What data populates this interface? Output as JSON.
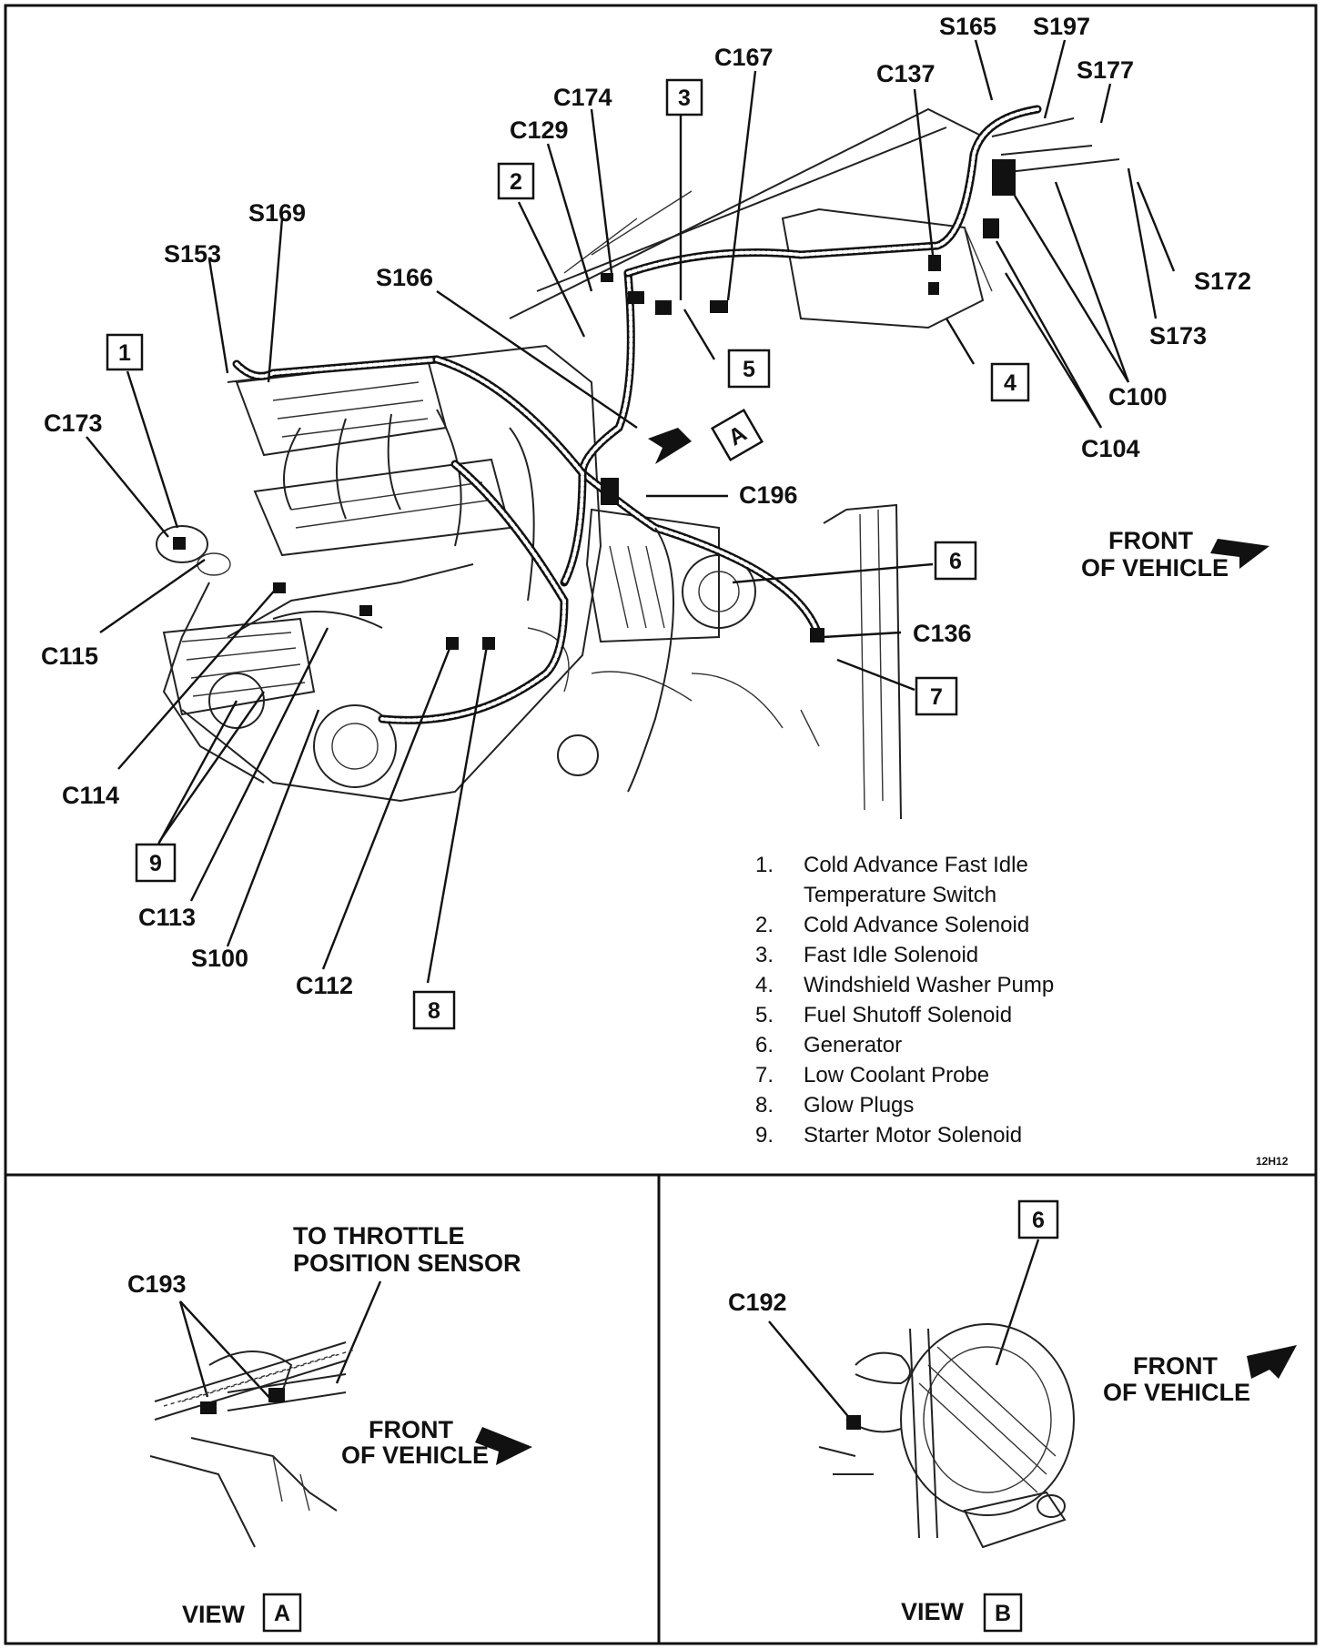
{
  "diagram": {
    "code": "12H12",
    "labels": {
      "S165": "S165",
      "S197": "S197",
      "S177": "S177",
      "C167": "C167",
      "C137": "C137",
      "C174": "C174",
      "C129": "C129",
      "S169": "S169",
      "S153": "S153",
      "S166": "S166",
      "S172": "S172",
      "S173": "S173",
      "C100": "C100",
      "C104": "C104",
      "C173": "C173",
      "C196": "C196",
      "C115": "C115",
      "C136": "C136",
      "C114": "C114",
      "C113": "C113",
      "S100": "S100",
      "C112": "C112",
      "C193": "C193",
      "C192": "C192"
    },
    "callouts": {
      "n1": "1",
      "n2": "2",
      "n3": "3",
      "n4": "4",
      "n5": "5",
      "n6": "6",
      "n7": "7",
      "n8": "8",
      "n9": "9",
      "viewA": "A",
      "viewB_n6": "6",
      "viewAword": "A",
      "viewBword": "B"
    },
    "front_of_vehicle_main": [
      "FRONT",
      "OF VEHICLE"
    ],
    "legend": [
      {
        "num": "1.",
        "text": [
          "Cold Advance Fast Idle",
          "Temperature Switch"
        ]
      },
      {
        "num": "2.",
        "text": [
          "Cold Advance Solenoid"
        ]
      },
      {
        "num": "3.",
        "text": [
          "Fast Idle Solenoid"
        ]
      },
      {
        "num": "4.",
        "text": [
          "Windshield Washer Pump"
        ]
      },
      {
        "num": "5.",
        "text": [
          "Fuel Shutoff Solenoid"
        ]
      },
      {
        "num": "6.",
        "text": [
          "Generator"
        ]
      },
      {
        "num": "7.",
        "text": [
          "Low Coolant Probe"
        ]
      },
      {
        "num": "8.",
        "text": [
          "Glow Plugs"
        ]
      },
      {
        "num": "9.",
        "text": [
          "Starter Motor Solenoid"
        ]
      }
    ]
  },
  "view_a": {
    "throttle": [
      "TO THROTTLE",
      "POSITION SENSOR"
    ],
    "front": [
      "FRONT",
      "OF VEHICLE"
    ],
    "view_word": "VIEW"
  },
  "view_b": {
    "front": [
      "FRONT",
      "OF VEHICLE"
    ],
    "view_word": "VIEW"
  }
}
